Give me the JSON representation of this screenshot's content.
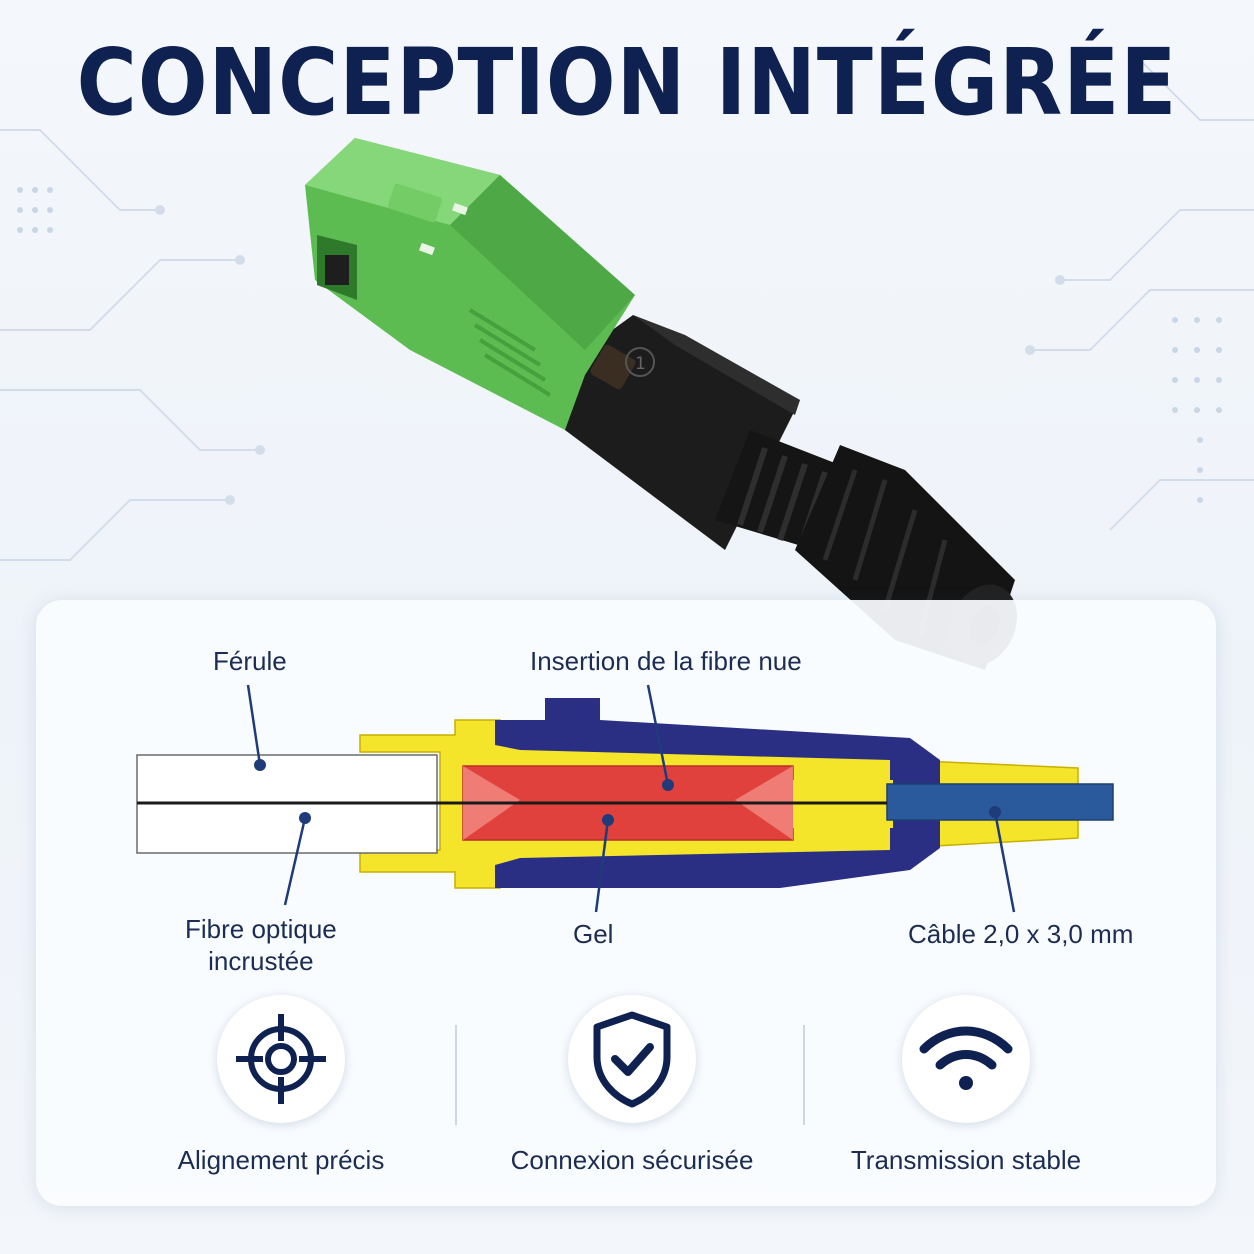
{
  "title": "CONCEPTION INTÉGRÉE",
  "colors": {
    "navy": "#0f2150",
    "connector_green": "#5fbf55",
    "body_black": "#1a1a1a",
    "diagram_yellow": "#f5e52a",
    "diagram_navy": "#2a2f84",
    "diagram_red": "#e0413c",
    "cable_blue": "#2a5a9c"
  },
  "callouts": {
    "ferule": "Férule",
    "fibre_insertion": "Insertion de la fibre nue",
    "fibre_line1": "Fibre optique",
    "fibre_line2": "incrustée",
    "gel": "Gel",
    "cable": "Câble 2,0 x 3,0 mm"
  },
  "connector_mark": "1",
  "features": [
    {
      "label": "Alignement précis",
      "icon": "crosshair-target-icon"
    },
    {
      "label": "Connexion sécurisée",
      "icon": "shield-check-icon"
    },
    {
      "label": "Transmission stable",
      "icon": "wifi-signal-icon"
    }
  ]
}
